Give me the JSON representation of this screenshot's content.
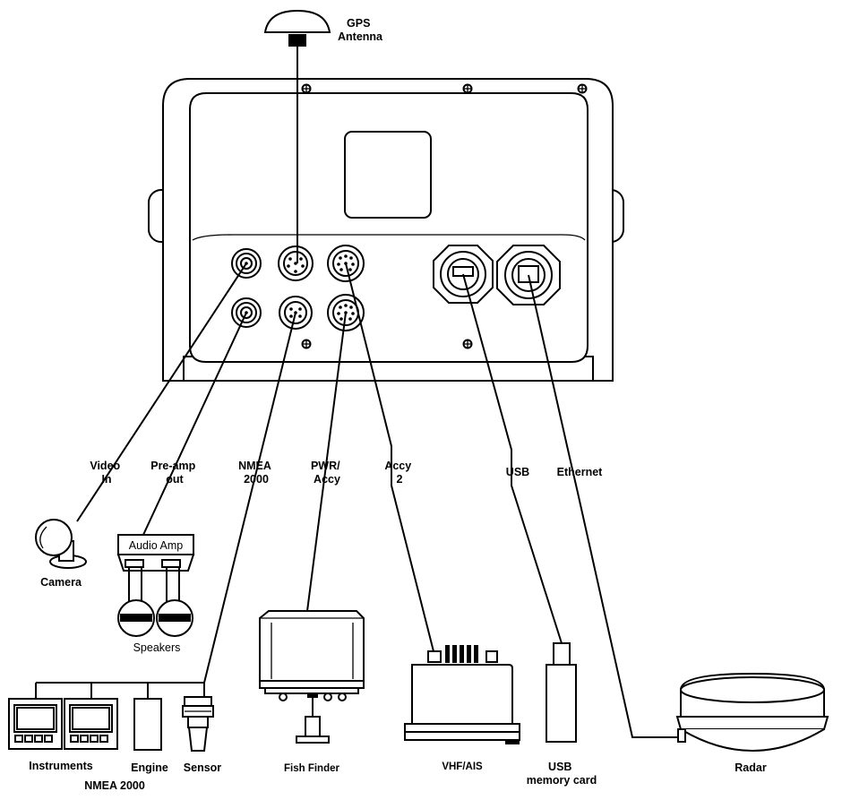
{
  "labels": {
    "gps": [
      "GPS",
      "Antenna"
    ],
    "video_in": [
      "Video",
      "In"
    ],
    "preamp_out": [
      "Pre-amp",
      "out"
    ],
    "nmea_port": [
      "NMEA",
      "2000"
    ],
    "pwr_accy": [
      "PWR/",
      "Accy"
    ],
    "accy2": [
      "Accy",
      "2"
    ],
    "usb_port": "USB",
    "ethernet": "Ethernet",
    "camera": "Camera",
    "audio_amp": "Audio Amp",
    "speakers": "Speakers",
    "instruments": "Instruments",
    "engine": "Engine",
    "sensor": "Sensor",
    "nmea_network": "NMEA 2000",
    "fish_finder": "Fish Finder",
    "vhf_ais": "VHF/AIS",
    "usb_card": [
      "USB",
      "memory card"
    ],
    "radar": "Radar"
  }
}
